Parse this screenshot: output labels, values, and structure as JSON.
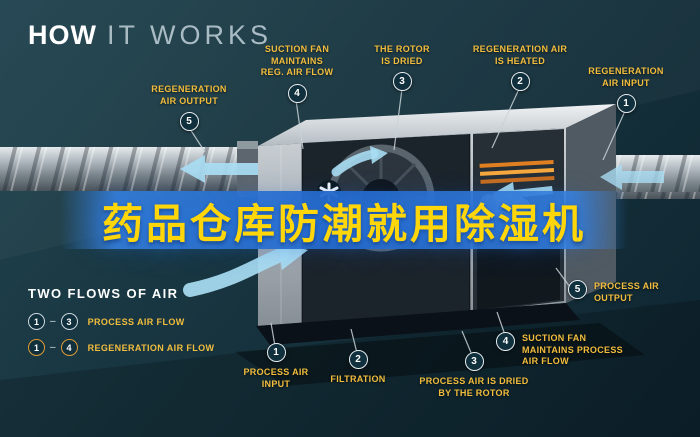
{
  "title": {
    "primary": "HOW",
    "secondary": "IT WORKS"
  },
  "banner": {
    "text": "药品仓库防潮就用除湿机"
  },
  "callouts": {
    "regen_output": {
      "num": "5",
      "label": "REGENERATION\nAIR OUTPUT"
    },
    "suction_reg": {
      "num": "4",
      "label": "SUCTION FAN\nMAINTAINS\nREG. AIR FLOW"
    },
    "rotor_dried": {
      "num": "3",
      "label": "THE ROTOR\nIS DRIED"
    },
    "regen_heated": {
      "num": "2",
      "label": "REGENERATION AIR\nIS HEATED"
    },
    "regen_input": {
      "num": "1",
      "label": "REGENERATION\nAIR INPUT"
    },
    "process_output": {
      "num": "5",
      "label": "PROCESS AIR\nOUTPUT"
    },
    "suction_process": {
      "num": "4",
      "label": "SUCTION FAN\nMAINTAINS PROCESS\nAIR FLOW"
    },
    "process_dried": {
      "num": "3",
      "label": "PROCESS AIR IS DRIED\nBY THE ROTOR"
    },
    "filtration": {
      "num": "2",
      "label": "FILTRATION"
    },
    "process_input": {
      "num": "1",
      "label": "PROCESS AIR\nINPUT"
    }
  },
  "legend": {
    "heading": "TWO FLOWS OF AIR",
    "process": {
      "from": "1",
      "sep": "–",
      "to": "3",
      "label": "PROCESS AIR FLOW"
    },
    "regeneration": {
      "from": "1",
      "sep": "–",
      "to": "4",
      "label": "REGENERATION AIR FLOW"
    }
  },
  "colors": {
    "background": "#14303c",
    "label_yellow": "#f2bd3d",
    "banner_text": "#ffd60a",
    "banner_blue": "#2e7bd9",
    "flow_blue": "#a9ddf3",
    "heater_orange": "#f7a83d"
  }
}
